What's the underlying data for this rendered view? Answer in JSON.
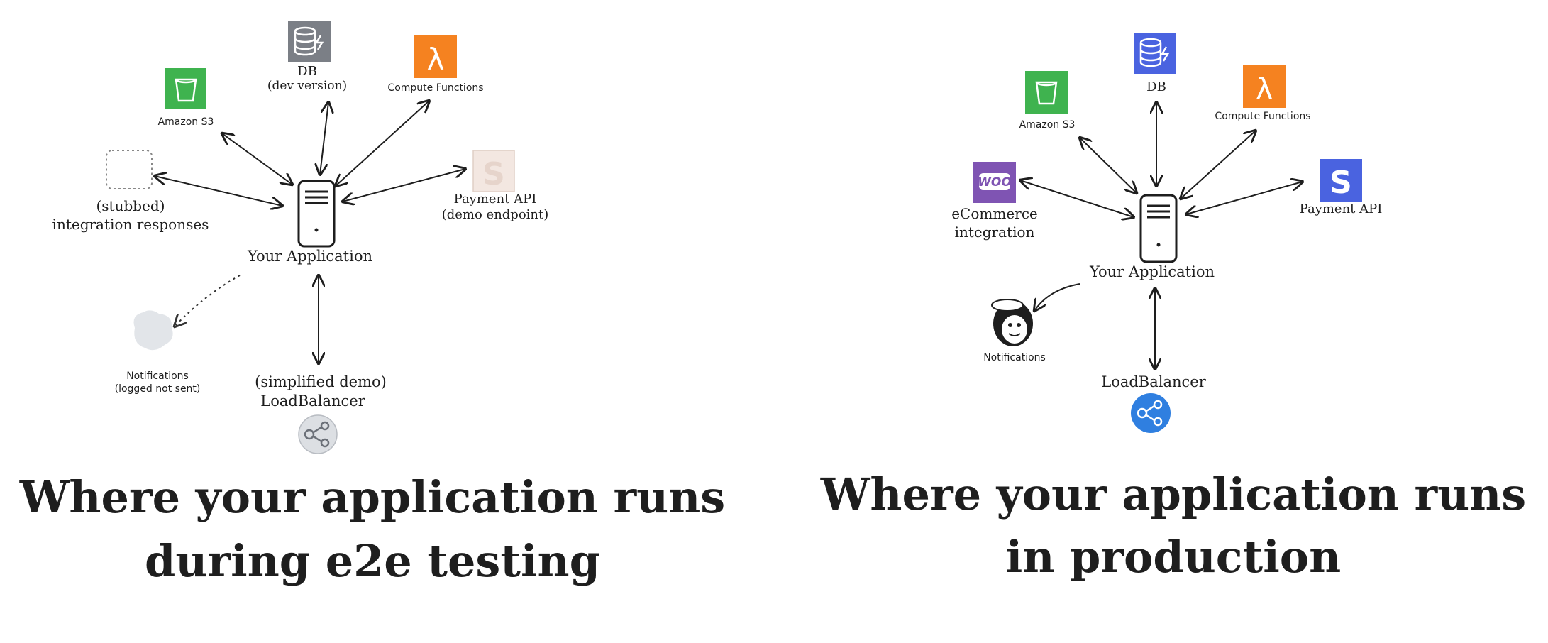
{
  "left": {
    "s3_label": "Amazon S3",
    "db_label": "DB",
    "db_sub": "(dev version)",
    "compute_label": "Compute Functions",
    "stub_label": "(stubbed)",
    "stub_sub": "integration responses",
    "payment_label": "Payment API",
    "payment_sub": "(demo endpoint)",
    "app_label": "Your Application",
    "notif_label": "Notifications",
    "notif_sub": "(logged not sent)",
    "lb_sub": "(simplified demo)",
    "lb_label": "LoadBalancer",
    "title_line1": "Where your application runs",
    "title_line2": "during e2e testing",
    "icon_s3_color": "#3fb34f",
    "icon_db_color": "#7b7f86",
    "icon_compute_color": "#f58220",
    "icon_payment_color": "#f3e7e1",
    "icon_lb_color": "#dcdfe3"
  },
  "right": {
    "s3_label": "Amazon S3",
    "db_label": "DB",
    "compute_label": "Compute Functions",
    "ecom_label": "eCommerce",
    "ecom_sub": "integration",
    "payment_label": "Payment API",
    "app_label": "Your Application",
    "notif_label": "Notifications",
    "lb_label": "LoadBalancer",
    "title_line1": "Where your application runs",
    "title_line2": "in production",
    "icon_s3_color": "#3fb34f",
    "icon_db_color": "#4a63e0",
    "icon_compute_color": "#f58220",
    "icon_woo_color": "#7f54b3",
    "icon_payment_color": "#4a63e0",
    "icon_lb_color": "#2f7fe0",
    "woo_text": "WOO",
    "stripe_letter": "S",
    "lambda_glyph": "λ"
  }
}
